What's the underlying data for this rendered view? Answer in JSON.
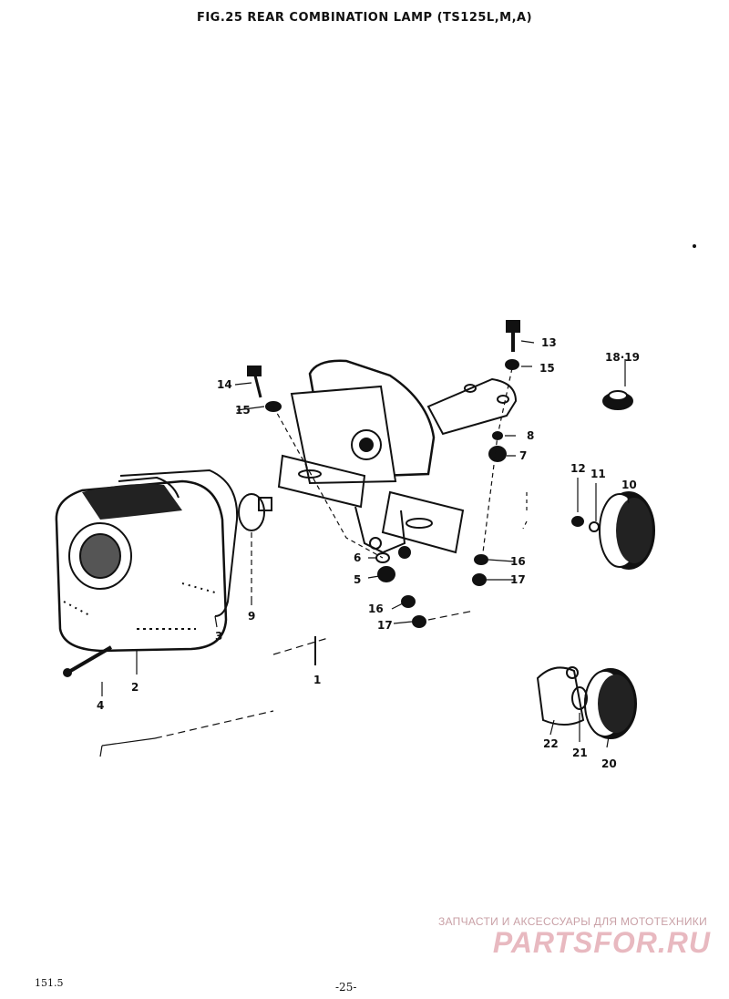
{
  "title": "FIG.25  REAR COMBINATION LAMP (TS125L,M,A)",
  "part_labels": [
    "1",
    "2",
    "3",
    "4",
    "5",
    "6",
    "7",
    "8",
    "9",
    "10",
    "11",
    "12",
    "13",
    "14",
    "15",
    "16",
    "17",
    "18·19",
    "20",
    "21",
    "22"
  ],
  "footer": {
    "ref_code": "151.5",
    "page_number": "-25-"
  },
  "watermark": {
    "subtitle": "ЗАПЧАСТИ И АКСЕССУАРЫ ДЛЯ МОТОТЕХНИКИ",
    "brand": "PARTSFOR.RU"
  }
}
